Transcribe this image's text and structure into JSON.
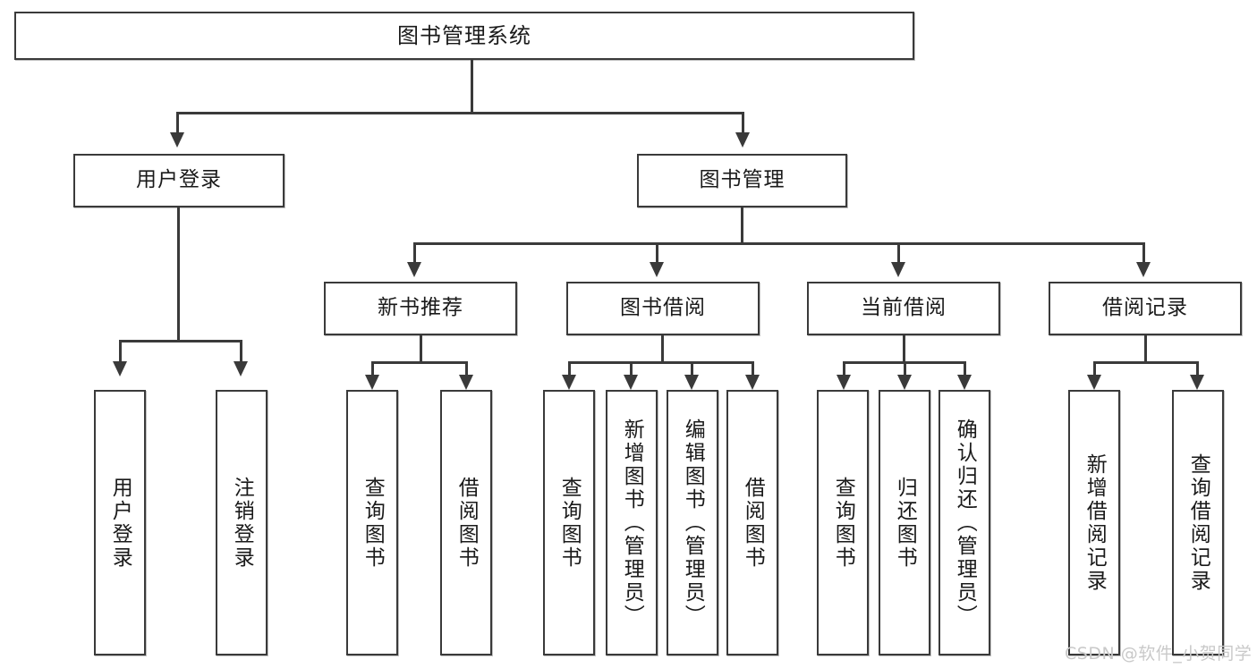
{
  "diagram": {
    "type": "tree-hierarchy-chart",
    "title_text": "图书管理系统",
    "nodes": {
      "root": {
        "label": "图书管理系统"
      },
      "level2": [
        {
          "id": "user-login",
          "label": "用户登录"
        },
        {
          "id": "book-management",
          "label": "图书管理"
        }
      ],
      "level3": [
        {
          "id": "new-book-recommend",
          "label": "新书推荐"
        },
        {
          "id": "book-borrow",
          "label": "图书借阅"
        },
        {
          "id": "current-borrow",
          "label": "当前借阅"
        },
        {
          "id": "borrow-record",
          "label": "借阅记录"
        }
      ],
      "leaves_user_login": [
        {
          "id": "leaf-user-login",
          "label": "用户登录"
        },
        {
          "id": "leaf-logout-login",
          "label": "注销登录"
        }
      ],
      "leaves_new_book_recommend": [
        {
          "id": "leaf-query-book-1",
          "label": "查询图书"
        },
        {
          "id": "leaf-borrow-book-1",
          "label": "借阅图书"
        }
      ],
      "leaves_book_borrow": [
        {
          "id": "leaf-query-book-2",
          "label": "查询图书"
        },
        {
          "id": "leaf-add-book-admin",
          "label": "新增图书（管理员）"
        },
        {
          "id": "leaf-edit-book-admin",
          "label": "编辑图书（管理员）"
        },
        {
          "id": "leaf-borrow-book-2",
          "label": "借阅图书"
        }
      ],
      "leaves_current_borrow": [
        {
          "id": "leaf-query-book-3",
          "label": "查询图书"
        },
        {
          "id": "leaf-return-book",
          "label": "归还图书"
        },
        {
          "id": "leaf-confirm-return-admin",
          "label": "确认归还（管理员）"
        }
      ],
      "leaves_borrow_record": [
        {
          "id": "leaf-add-borrow-record",
          "label": "新增借阅记录"
        },
        {
          "id": "leaf-query-borrow-record",
          "label": "查询借阅记录"
        }
      ]
    },
    "watermark": "CSDN @软件_小贺同学",
    "colors": {
      "stroke": "#3a3a3a",
      "fill": "#ffffff",
      "text": "#1a1a1a",
      "watermark": "#c9c9c9"
    }
  }
}
